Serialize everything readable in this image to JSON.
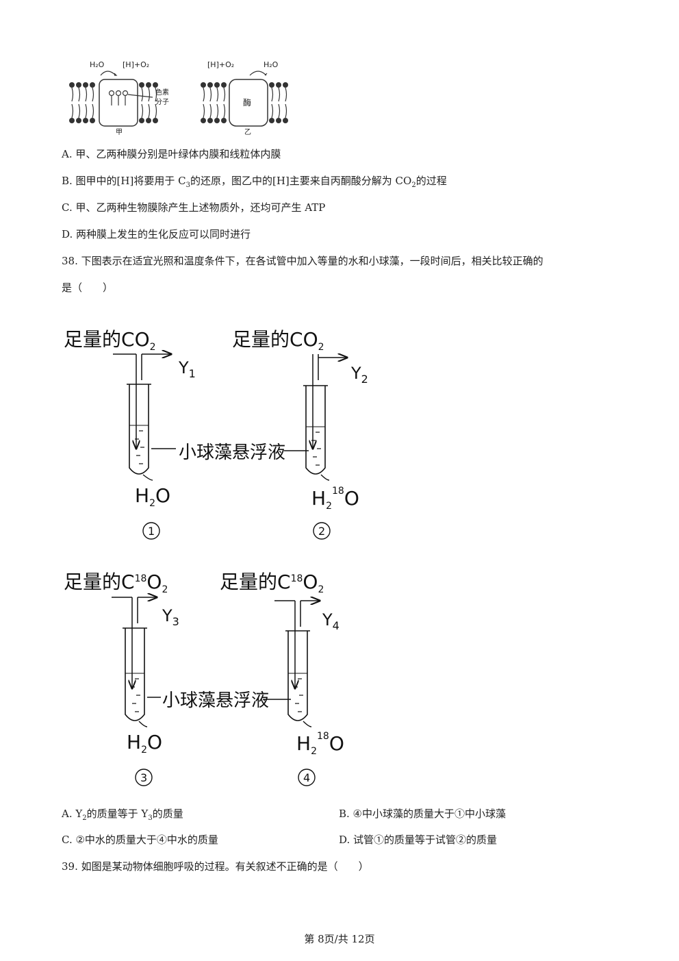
{
  "membrane_figure": {
    "jia": {
      "left_label": "H₂O",
      "right_label": "[H]+O₂",
      "pigment_label_1": "色素",
      "pigment_label_2": "分子",
      "caption": "甲"
    },
    "yi": {
      "left_label": "[H]+O₂",
      "right_label": "H₂O",
      "enzyme_label": "酶",
      "caption": "乙"
    }
  },
  "q37_options": {
    "a": "A. 甲、乙两种膜分别是叶绿体内膜和线粒体内膜",
    "b_pre": "B. 图甲中的[H]将要用于 C",
    "b_sub": "3",
    "b_mid": "的还原，图乙中的[H]主要来自丙酮酸分解为 CO",
    "b_sub2": "2",
    "b_post": "的过程",
    "c": "C. 甲、乙两种生物膜除产生上述物质外，还均可产生 ATP",
    "d": "D. 两种膜上发生的生化反应可以同时进行"
  },
  "q38": {
    "line1": "38. 下图表示在适宜光照和温度条件下，在各试管中加入等量的水和小球藻，一段时间后，相关比较正确的",
    "line2": "是（　　）",
    "figure": {
      "tube1": {
        "gas_prefix": "足量的",
        "gas": "CO",
        "gas_sub": "2",
        "out": "Y",
        "out_sub": "1",
        "water": "H",
        "water_sub": "2",
        "water_sup": "",
        "water_end": "O",
        "num": "①"
      },
      "tube2": {
        "gas_prefix": "足量的",
        "gas": "CO",
        "gas_sub": "2",
        "out": "Y",
        "out_sub": "2",
        "water": "H",
        "water_sub": "2",
        "water_sup": "18",
        "water_end": "O",
        "num": "②"
      },
      "tube3": {
        "gas_prefix": "足量的",
        "gas": "C",
        "gas_sup": "18",
        "gas2": "O",
        "gas_sub": "2",
        "out": "Y",
        "out_sub": "3",
        "water": "H",
        "water_sub": "2",
        "water_sup": "",
        "water_end": "O",
        "num": "③"
      },
      "tube4": {
        "gas_prefix": "足量的",
        "gas": "C",
        "gas_sup": "18",
        "gas2": "O",
        "gas_sub": "2",
        "out": "Y",
        "out_sub": "4",
        "water": "H",
        "water_sub": "2",
        "water_sup": "18",
        "water_end": "O",
        "num": "④"
      },
      "suspension_label": "小球藻悬浮液"
    },
    "options": {
      "a_pre": "A. Y",
      "a_sub": "2",
      "a_mid": "的质量等于 Y",
      "a_sub2": "3",
      "a_post": "的质量",
      "b": "B. ④中小球藻的质量大于①中小球藻",
      "c": "C. ②中水的质量大于④中水的质量",
      "d": "D. 试管①的质量等于试管②的质量"
    }
  },
  "q39": {
    "line1": "39. 如图是某动物体细胞呼吸的过程。有关叙述不正确的是（　　）"
  },
  "footer": {
    "page": "第 8页/共 12页"
  }
}
